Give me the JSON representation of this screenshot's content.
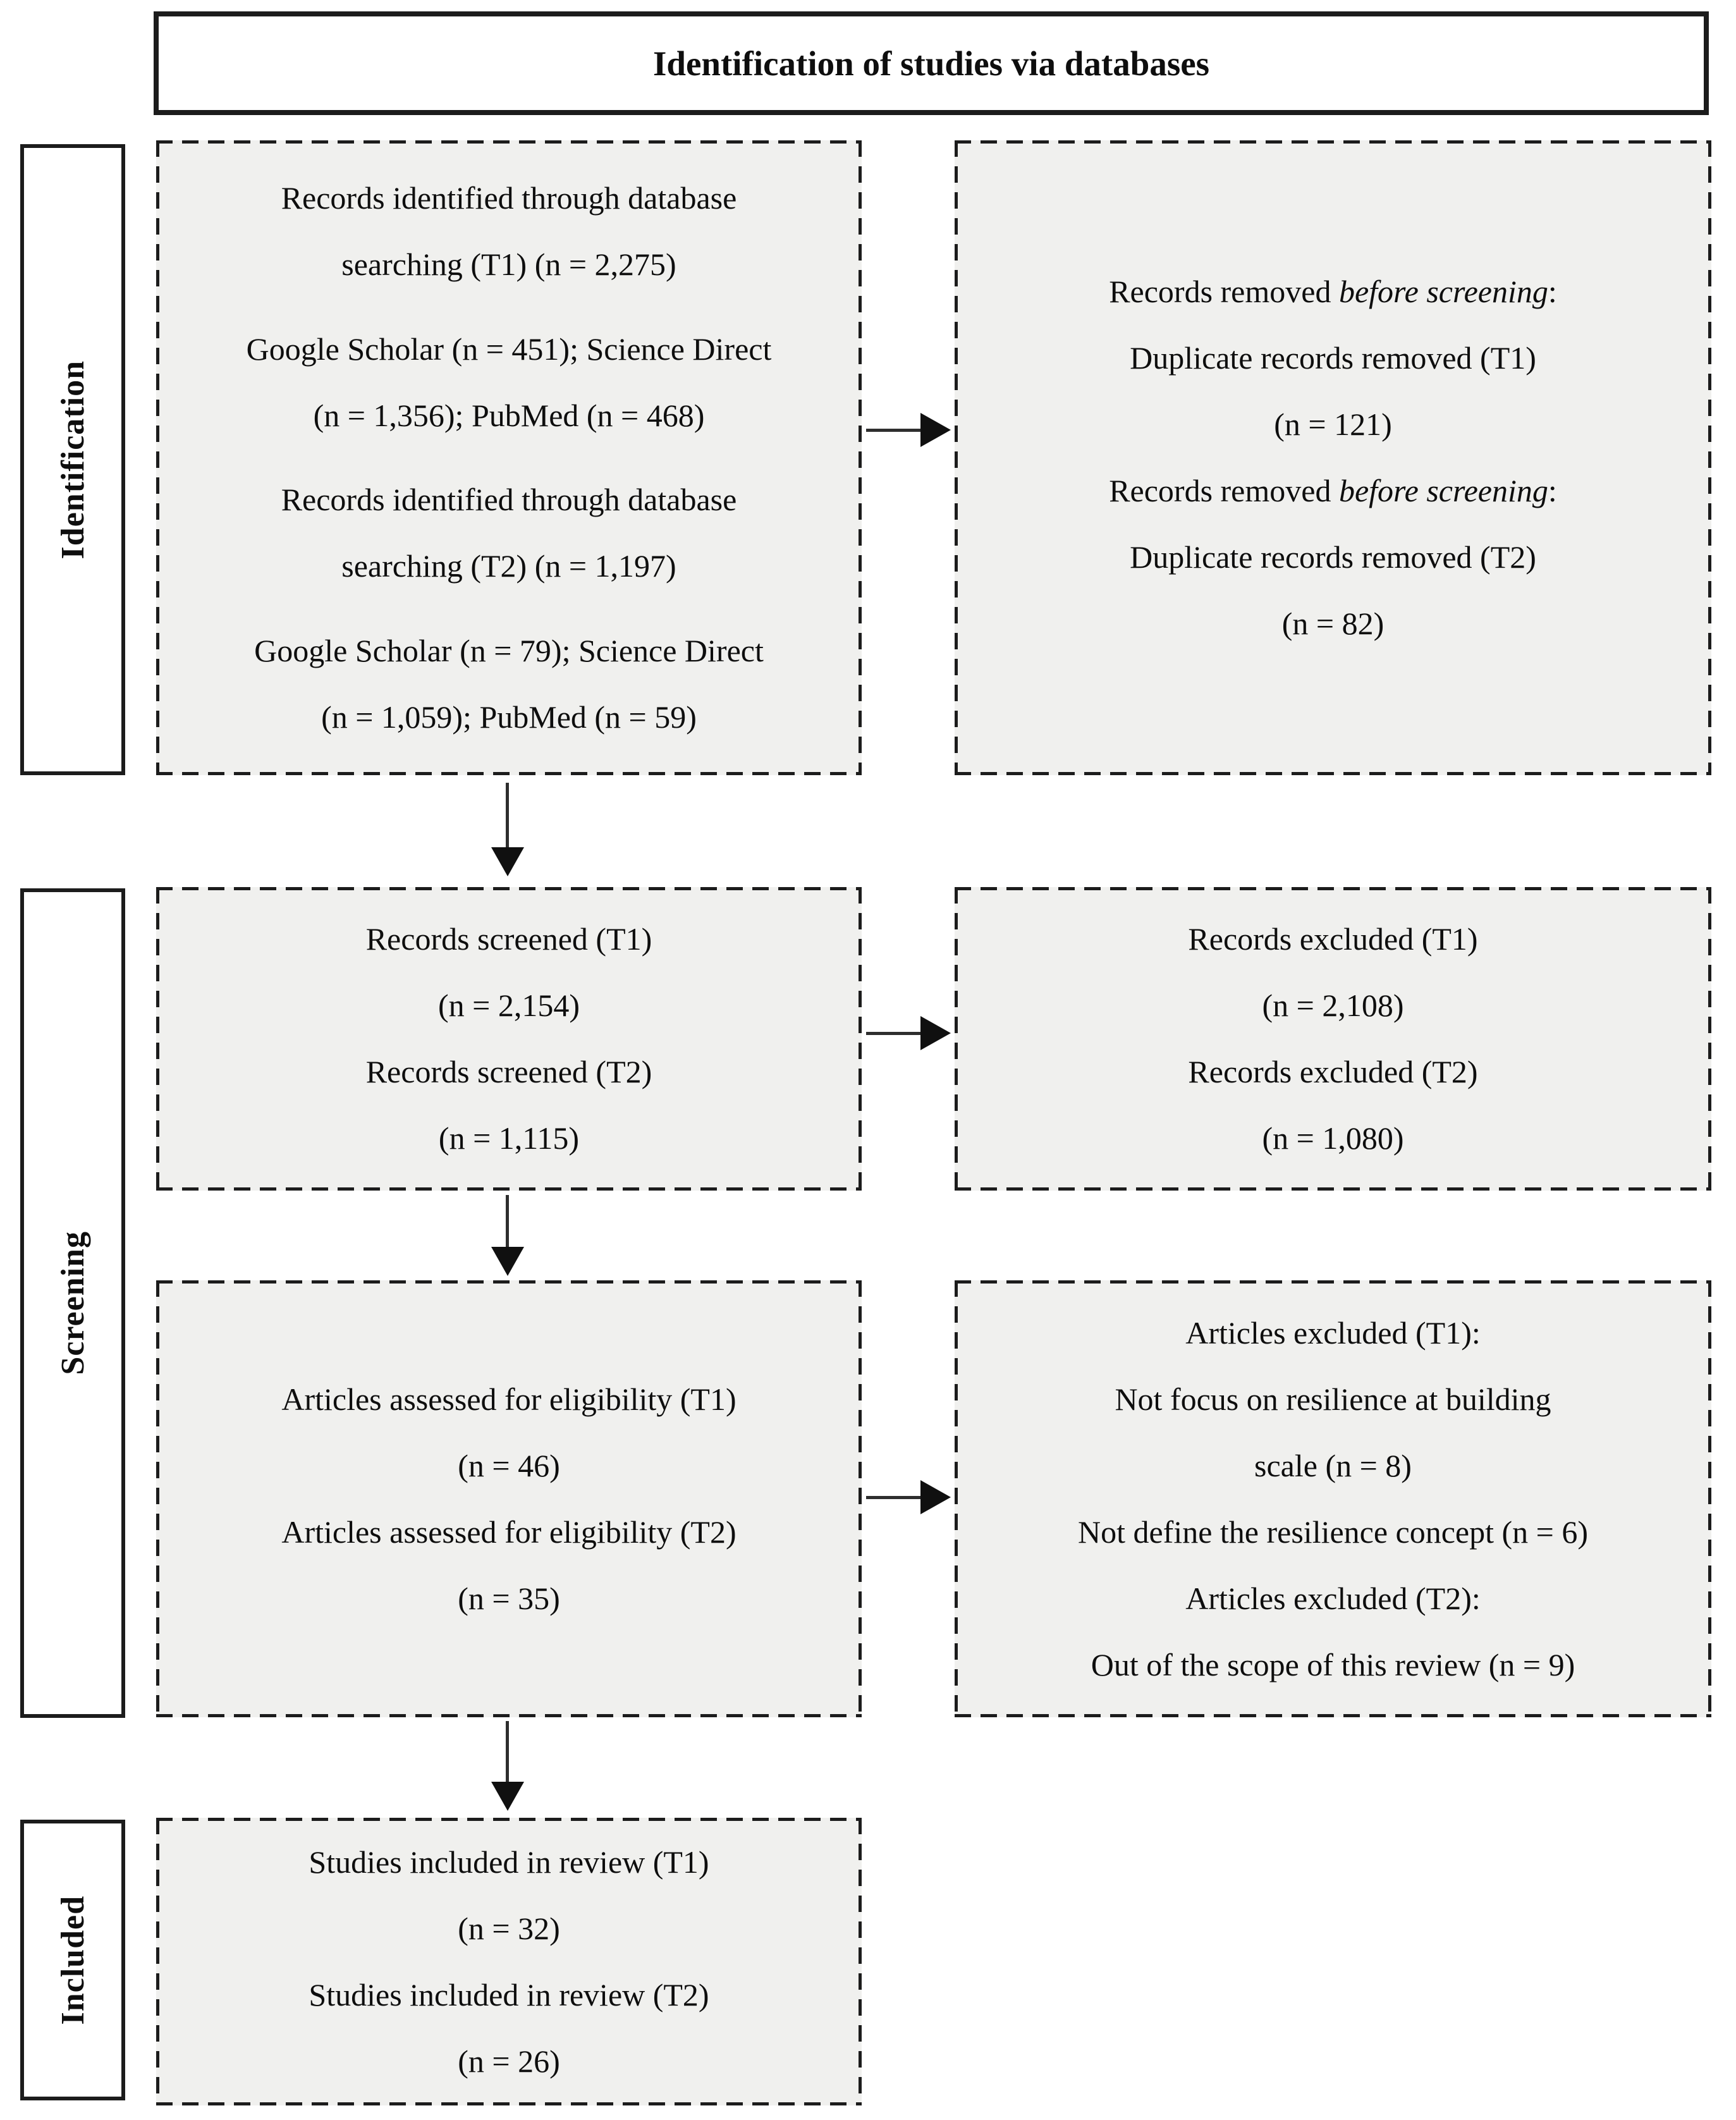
{
  "header": {
    "title": "Identification of studies via databases"
  },
  "sidebar": {
    "identification": "Identification",
    "screening": "Screening",
    "included": "Included"
  },
  "colors": {
    "border": "#1c1c1c",
    "box_fill": "#f0f0ee"
  },
  "boxes": {
    "identified": {
      "para1": [
        "Records identified through database",
        "searching (T1) (n = 2,275)"
      ],
      "para2": [
        "Google Scholar (n = 451); Science Direct",
        "(n = 1,356); PubMed (n = 468)"
      ],
      "para3": [
        "Records identified through database",
        "searching (T2) (n = 1,197)"
      ],
      "para4": [
        "Google Scholar (n = 79); Science Direct",
        "(n = 1,059); PubMed (n = 59)"
      ]
    },
    "removed": {
      "t1_prefix": "Records removed ",
      "t1_italic": "before screening",
      "t1_suffix": ":",
      "t1_line": "Duplicate records removed (T1)",
      "t1_n": "(n = 121)",
      "t2_prefix": "Records removed ",
      "t2_italic": "before screening",
      "t2_suffix": ":",
      "t2_line": "Duplicate records removed (T2)",
      "t2_n": "(n = 82)"
    },
    "screened": {
      "lines": [
        "Records screened (T1)",
        "(n = 2,154)",
        "Records screened (T2)",
        "(n = 1,115)"
      ]
    },
    "excluded_records": {
      "lines": [
        "Records excluded (T1)",
        "(n = 2,108)",
        "Records excluded (T2)",
        "(n = 1,080)"
      ]
    },
    "assessed": {
      "lines": [
        "Articles assessed for eligibility (T1)",
        "(n = 46)",
        "Articles assessed for eligibility (T2)",
        "(n = 35)"
      ]
    },
    "excluded_articles": {
      "lines": [
        "Articles excluded (T1):",
        "Not focus on resilience at building",
        "scale (n = 8)",
        "Not define the resilience concept (n = 6)",
        "Articles excluded (T2):",
        "Out of the scope of this review (n = 9)"
      ]
    },
    "included_studies": {
      "lines": [
        "Studies included in review (T1)",
        "(n = 32)",
        "Studies included in review (T2)",
        "(n = 26)"
      ]
    }
  }
}
